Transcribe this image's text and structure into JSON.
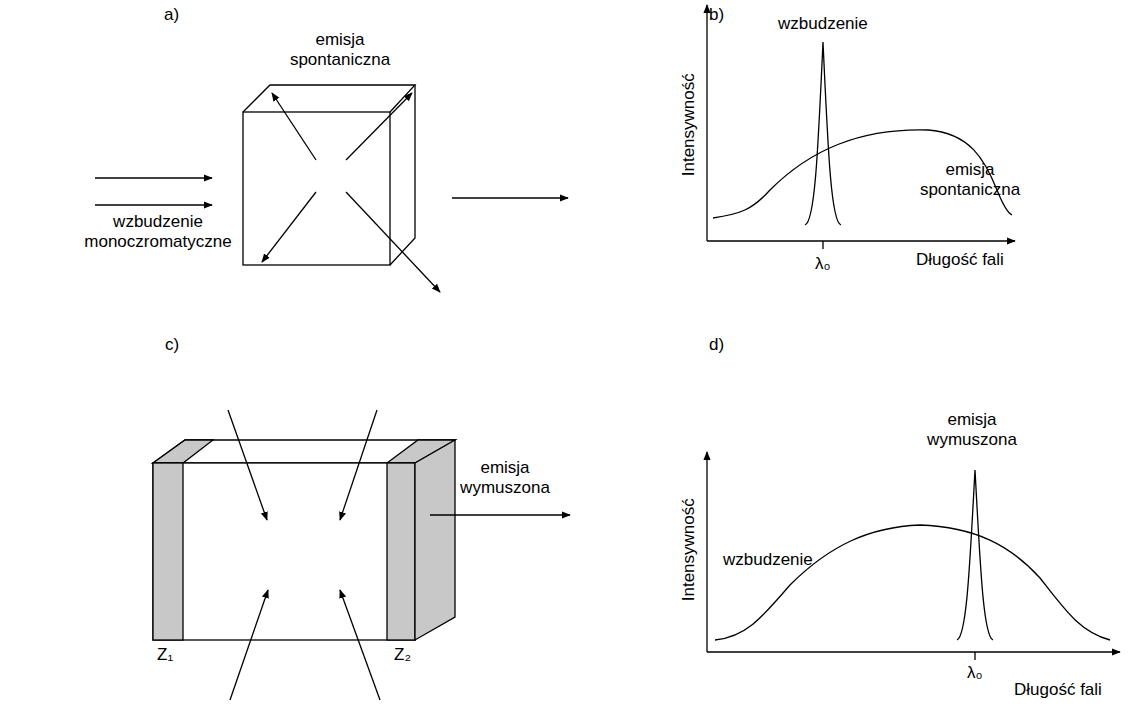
{
  "diagram": {
    "labels": [
      "a)",
      "b)",
      "c)",
      "d)",
      "emisja spontaniczna",
      "wzbudzenie monoczromatyczne",
      "Intensywność",
      "wzbudzenie",
      "emisja spontaniczna",
      "λ₀",
      "Długość fali",
      "emisja wymuszona",
      "Z₁",
      "Z₂",
      "Intensywność",
      "emisja wymuszona",
      "wzbudzenie",
      "λ₀",
      "Długość fali"
    ]
  }
}
